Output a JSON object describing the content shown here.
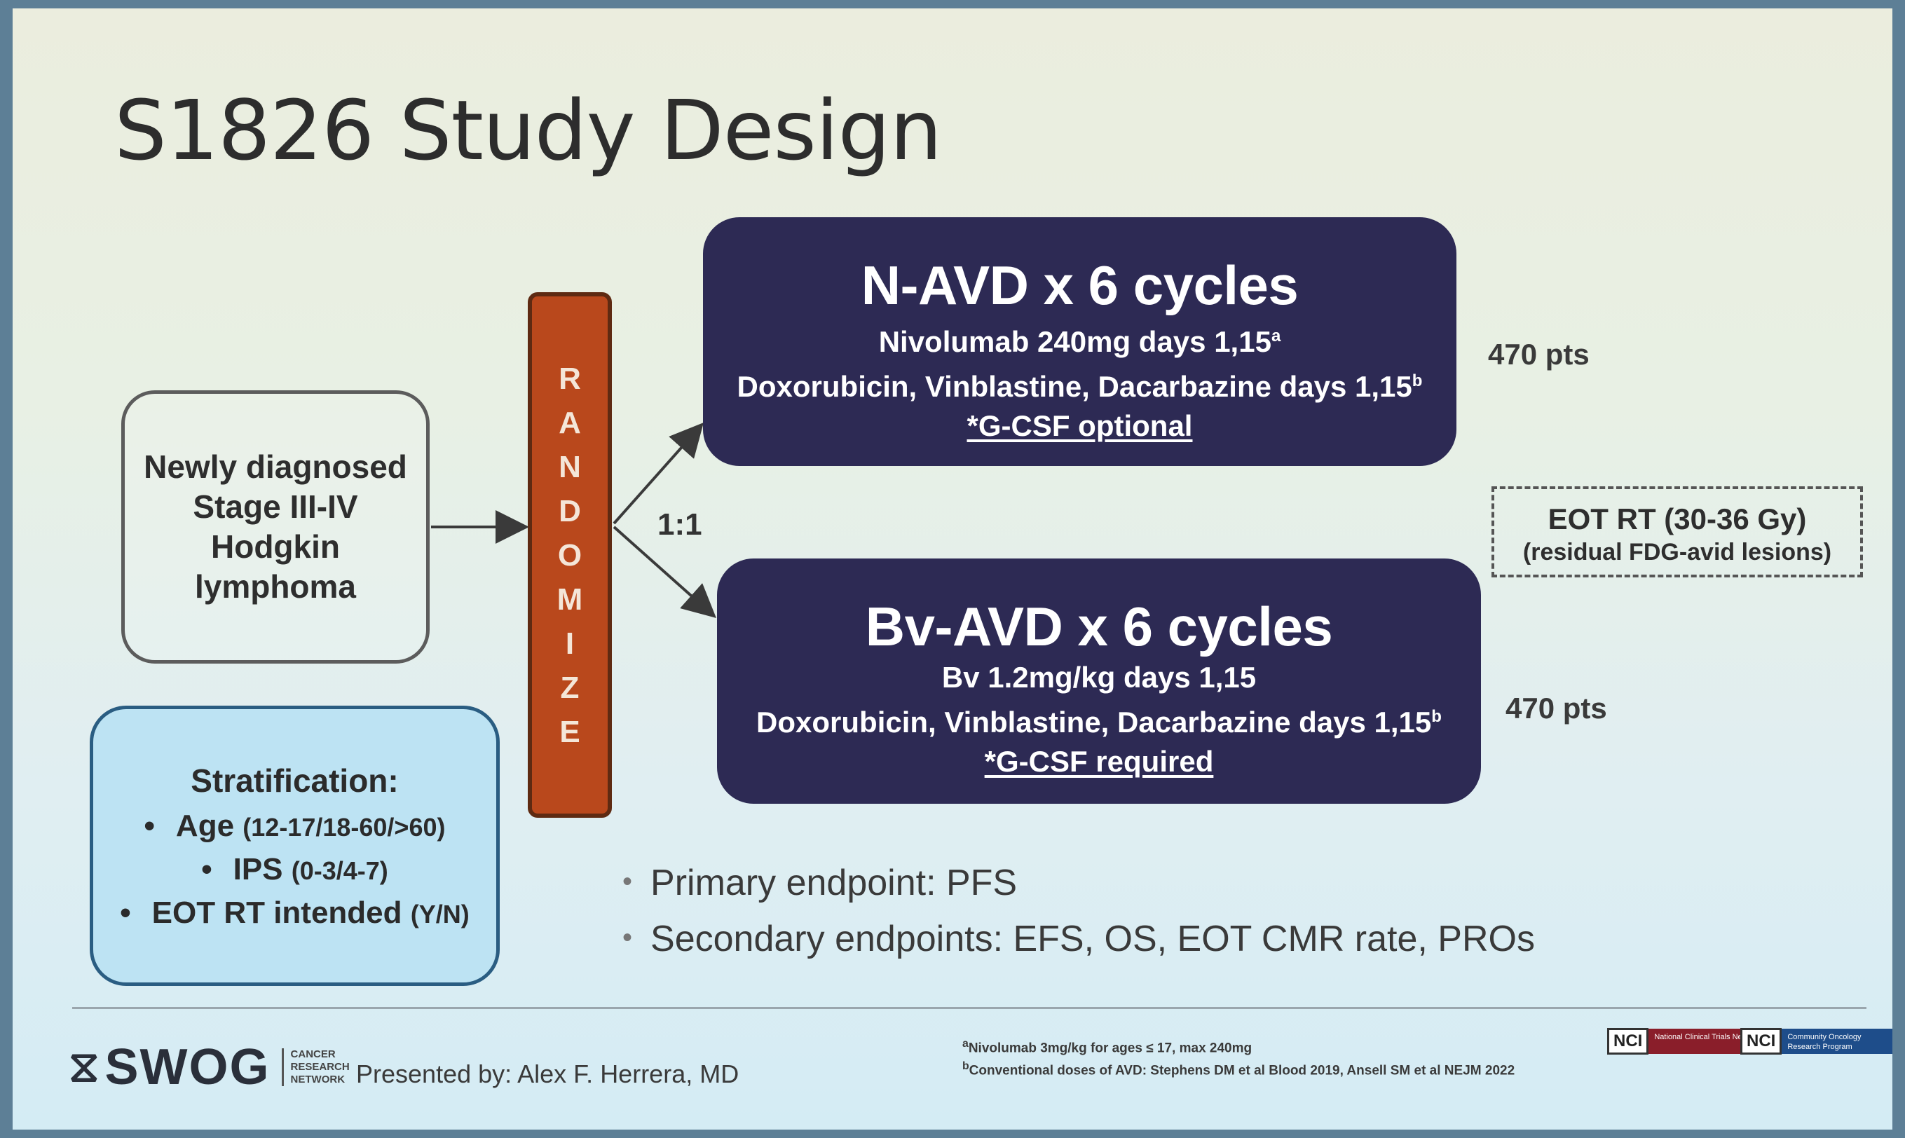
{
  "title": "S1826 Study Design",
  "inclusion": {
    "lines": [
      "Newly diagnosed",
      "Stage III-IV",
      "Hodgkin",
      "lymphoma"
    ]
  },
  "stratification": {
    "heading": "Stratification:",
    "items": [
      {
        "label": "Age",
        "detail": "(12-17/18-60/>60)"
      },
      {
        "label": "IPS",
        "detail": "(0-3/4-7)"
      },
      {
        "label": "EOT RT intended",
        "detail": "(Y/N)"
      }
    ]
  },
  "randomize": {
    "letters": [
      "R",
      "A",
      "N",
      "D",
      "O",
      "M",
      "I",
      "Z",
      "E"
    ],
    "ratio": "1:1",
    "color": "#b9481c"
  },
  "arms": [
    {
      "title": "N-AVD x 6 cycles",
      "line1": "Nivolumab 240mg days 1,15",
      "line1_sup": "a",
      "line2": "Doxorubicin, Vinblastine, Dacarbazine days 1,15",
      "line2_sup": "b",
      "note": "*G-CSF optional",
      "patients": "470 pts"
    },
    {
      "title": "Bv-AVD x 6 cycles",
      "line1": "Bv 1.2mg/kg days 1,15",
      "line1_sup": "",
      "line2": "Doxorubicin, Vinblastine, Dacarbazine days 1,15",
      "line2_sup": "b",
      "note": "*G-CSF required",
      "patients": "470 pts"
    }
  ],
  "eot_rt": {
    "line1": "EOT RT (30-36 Gy)",
    "line2": "(residual FDG-avid lesions)"
  },
  "endpoints": [
    "Primary endpoint: PFS",
    "Secondary endpoints: EFS, OS, EOT CMR rate, PROs"
  ],
  "footer": {
    "logo_word": "SWOG",
    "logo_sub": [
      "CANCER",
      "RESEARCH",
      "NETWORK"
    ],
    "presenter": "Presented by: Alex F. Herrera, MD",
    "footnote_a": "Nivolumab 3mg/kg for ages ≤ 17, max 240mg",
    "footnote_b": "Conventional doses of AVD: Stephens DM et al Blood 2019, Ansell SM et al NEJM 2022",
    "nci_label": "NCI",
    "nci_1_text": "National Clinical Trials Network",
    "nci_2_text": "Community Oncology Research Program"
  },
  "colors": {
    "arm_fill": "#2d2a54",
    "strat_fill": "#bde3f3",
    "strat_border": "#2a5d82"
  }
}
